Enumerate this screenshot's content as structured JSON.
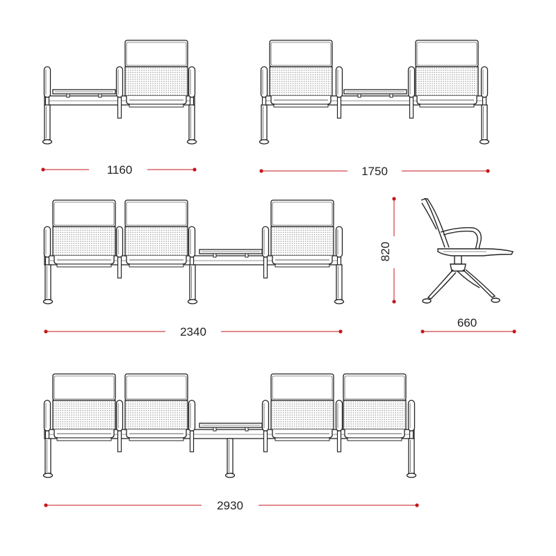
{
  "colors": {
    "dimension": "#c4161c",
    "outline": "#222222",
    "mesh": "#a0a0a0",
    "background": "#ffffff"
  },
  "dimensions": {
    "bench_1seat_table": "1160",
    "bench_2seat_table": "1750",
    "bench_3seat_table": "2340",
    "chair_height": "820",
    "chair_depth": "660",
    "bench_4seat_table": "2930"
  }
}
